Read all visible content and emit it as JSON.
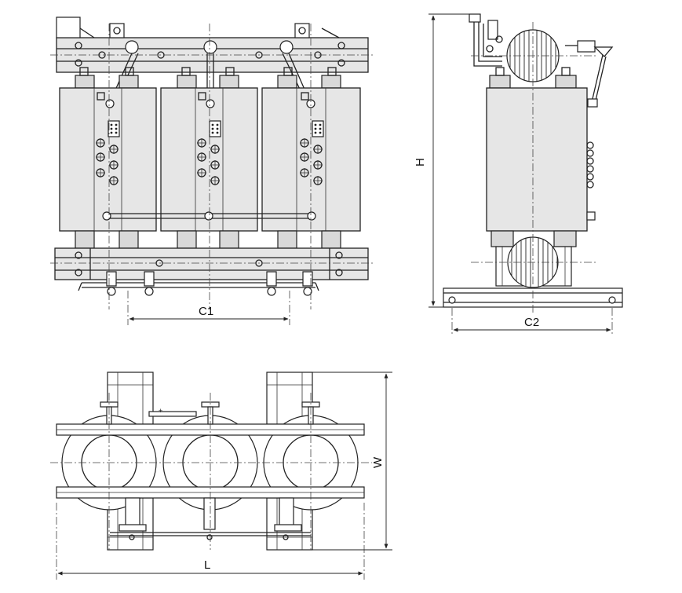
{
  "dimensions": {
    "c1": "C1",
    "c2": "C2",
    "h": "H",
    "w": "W",
    "l": "L"
  },
  "colors": {
    "stroke": "#222222",
    "fill": "#e6e6e6",
    "background": "#ffffff"
  }
}
